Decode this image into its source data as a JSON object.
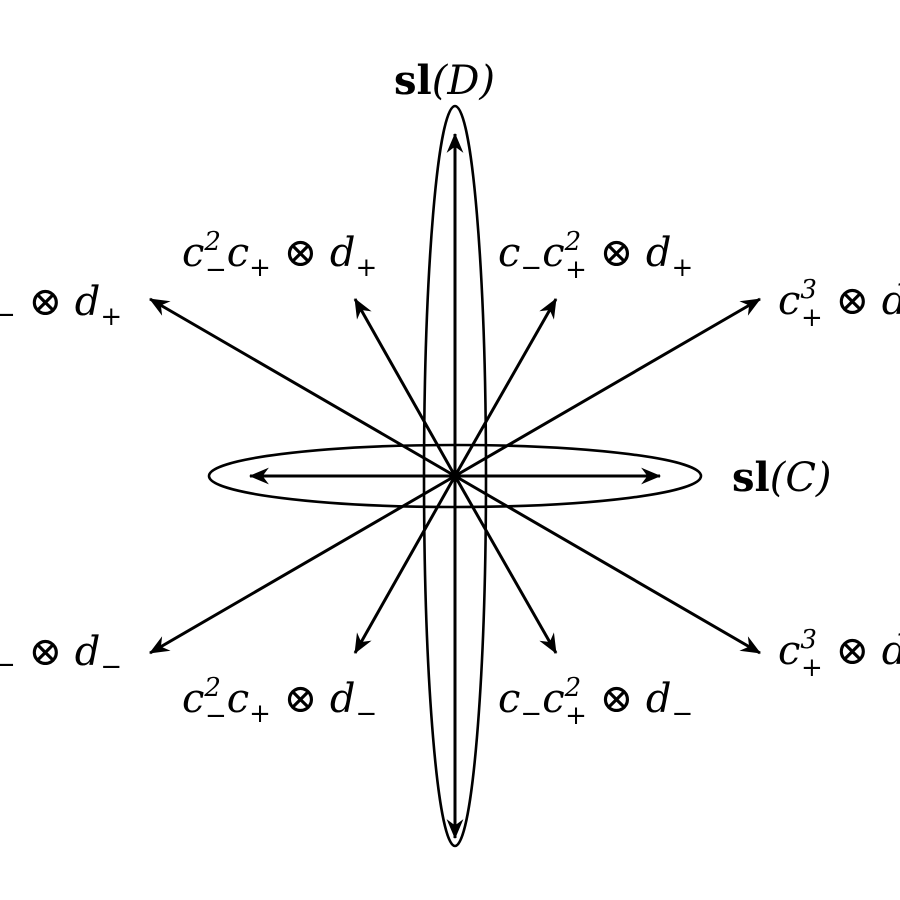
{
  "diagram": {
    "labels": {
      "sl_d": {
        "prefix": "sl",
        "body": "(D)"
      },
      "sl_c": {
        "prefix": "sl",
        "body": "(C)"
      },
      "top_left_inner": {
        "c1": "c",
        "sup1": "2",
        "sub1": "−",
        "c2": "c",
        "sub2": "+",
        "op": " ⊗ ",
        "d": "d",
        "subd": "+"
      },
      "top_right_inner": {
        "c1": "c",
        "sub1": "−",
        "c2": "c",
        "sup2": "2",
        "sub2": "+",
        "op": " ⊗ ",
        "d": "d",
        "subd": "+"
      },
      "bottom_left_inner": {
        "c1": "c",
        "sup1": "2",
        "sub1": "−",
        "c2": "c",
        "sub2": "+",
        "op": " ⊗ ",
        "d": "d",
        "subd": "−"
      },
      "bottom_right_inner": {
        "c1": "c",
        "sub1": "−",
        "c2": "c",
        "sup2": "2",
        "sub2": "+",
        "op": " ⊗ ",
        "d": "d",
        "subd": "−"
      },
      "top_left_outer": {
        "sub0": "−",
        "op": " ⊗ ",
        "d": "d",
        "subd": "+"
      },
      "bottom_left_outer": {
        "sub0": "−",
        "op": " ⊗ ",
        "d": "d",
        "subd": "−"
      },
      "top_right_outer": {
        "c": "c",
        "sup": "3",
        "sub": "+",
        "op": " ⊗ ",
        "tail": "d"
      },
      "bottom_right_outer": {
        "c": "c",
        "sup": "3",
        "sub": "+",
        "op": " ⊗ ",
        "tail": "d"
      }
    }
  }
}
